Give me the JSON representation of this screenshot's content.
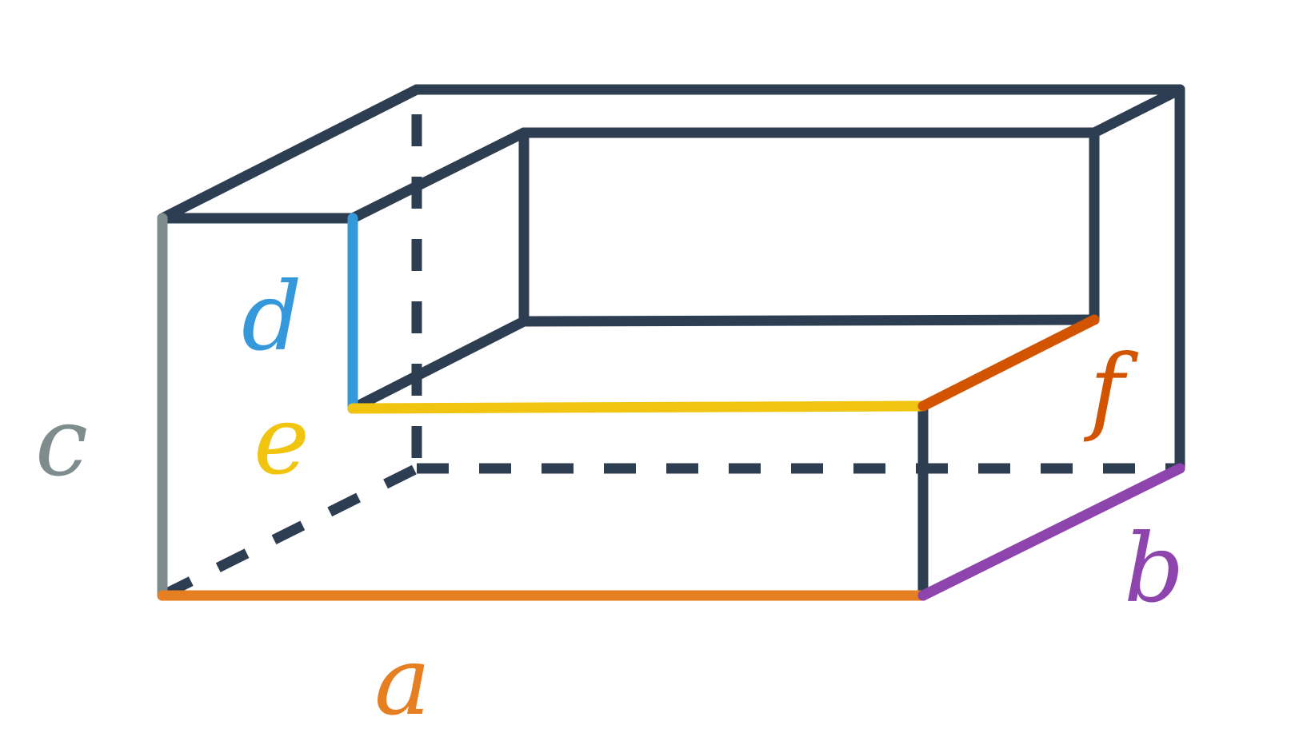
{
  "figure": {
    "colors": {
      "frame": "#2e3e52",
      "a": "#e67e22",
      "b": "#8e44ad",
      "c": "#7f8c8d",
      "d": "#3498db",
      "e": "#f1c40f",
      "f": "#d35400"
    },
    "labels": {
      "a": "a",
      "b": "b",
      "c": "c",
      "d": "d",
      "e": "e",
      "f": "f"
    }
  }
}
